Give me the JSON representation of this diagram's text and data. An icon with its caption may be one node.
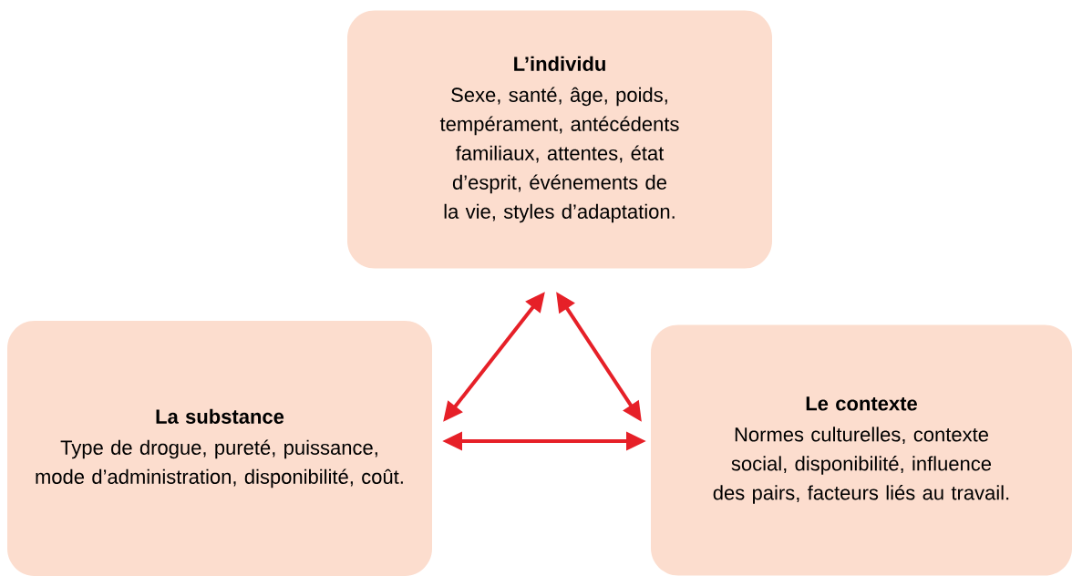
{
  "diagram": {
    "nodes": [
      {
        "text": [
          "L’individu",
          "Sexe, santé, âge, poids, tempérament, antécédents familiaux, attentes, état d’esprit, événements de la vie, styles d’adaptation."
        ]
      },
      {
        "text": [
          "La substance",
          "Type de drogue, pureté,  puissance, mode d’administration, disponibilité, coût."
        ]
      },
      {
        "text": [
          "Le contexte",
          "Normes culturelles, contexte social, disponibilité, influence des pairs, facteurs liés au travail."
        ]
      }
    ],
    "edges": [
      {
        "from": 0,
        "to": 1,
        "arrow": "both"
      },
      {
        "from": 0,
        "to": 2,
        "arrow": "both"
      },
      {
        "from": 1,
        "to": 2,
        "arrow": "both"
      }
    ]
  }
}
